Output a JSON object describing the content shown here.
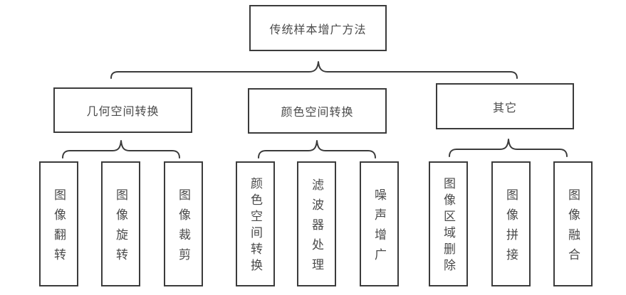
{
  "title": "传统样本增广方法",
  "root": {
    "label": "传统样本增广方法"
  },
  "groups": [
    {
      "label": "几何空间转换",
      "children": [
        "图像翻转",
        "图像旋转",
        "图像裁剪"
      ]
    },
    {
      "label": "颜色空间转换",
      "children": [
        "颜色空间转换",
        "滤波器处理",
        "噪声增广"
      ]
    },
    {
      "label": "其它",
      "children": [
        "图像区域删除",
        "图像拼接",
        "图像融合"
      ]
    }
  ],
  "colors": {
    "line": "#3b3b3b",
    "text": "#4a4a4a",
    "background": "#ffffff"
  }
}
